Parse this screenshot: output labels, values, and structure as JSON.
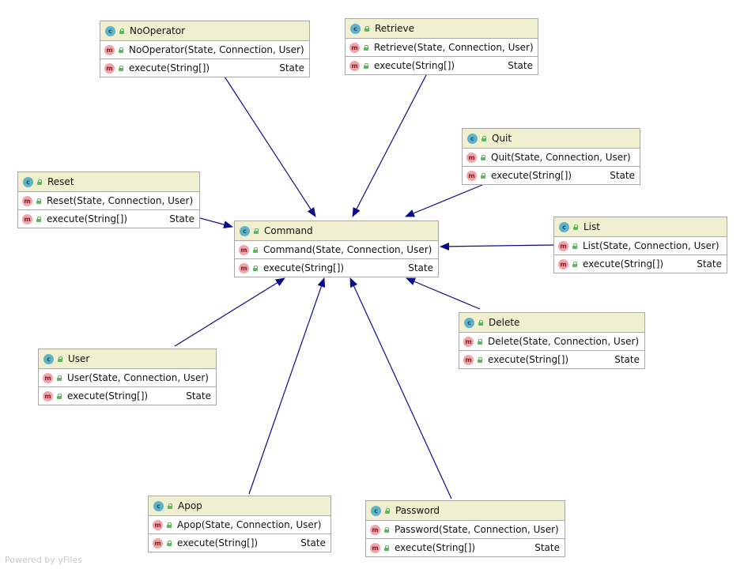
{
  "classes": {
    "command": {
      "name": "Command",
      "ctor": "Command(State, Connection, User)",
      "method": "execute(String[])",
      "ret": "State"
    },
    "nooperator": {
      "name": "NoOperator",
      "ctor": "NoOperator(State, Connection, User)",
      "method": "execute(String[])",
      "ret": "State"
    },
    "retrieve": {
      "name": "Retrieve",
      "ctor": "Retrieve(State, Connection, User)",
      "method": "execute(String[])",
      "ret": "State"
    },
    "quit": {
      "name": "Quit",
      "ctor": "Quit(State, Connection, User)",
      "method": "execute(String[])",
      "ret": "State"
    },
    "reset": {
      "name": "Reset",
      "ctor": "Reset(State, Connection, User)",
      "method": "execute(String[])",
      "ret": "State"
    },
    "list": {
      "name": "List",
      "ctor": "List(State, Connection, User)",
      "method": "execute(String[])",
      "ret": "State"
    },
    "delete": {
      "name": "Delete",
      "ctor": "Delete(State, Connection, User)",
      "method": "execute(String[])",
      "ret": "State"
    },
    "user": {
      "name": "User",
      "ctor": "User(State, Connection, User)",
      "method": "execute(String[])",
      "ret": "State"
    },
    "apop": {
      "name": "Apop",
      "ctor": "Apop(State, Connection, User)",
      "method": "execute(String[])",
      "ret": "State"
    },
    "password": {
      "name": "Password",
      "ctor": "Password(State, Connection, User)",
      "method": "execute(String[])",
      "ret": "State"
    }
  },
  "badges": {
    "class": "c",
    "method": "m"
  },
  "edges": [
    {
      "from": "nooperator",
      "to": "command",
      "type": "inheritance"
    },
    {
      "from": "retrieve",
      "to": "command",
      "type": "inheritance"
    },
    {
      "from": "quit",
      "to": "command",
      "type": "inheritance"
    },
    {
      "from": "reset",
      "to": "command",
      "type": "inheritance"
    },
    {
      "from": "list",
      "to": "command",
      "type": "inheritance"
    },
    {
      "from": "delete",
      "to": "command",
      "type": "inheritance"
    },
    {
      "from": "user",
      "to": "command",
      "type": "inheritance"
    },
    {
      "from": "apop",
      "to": "command",
      "type": "inheritance"
    },
    {
      "from": "password",
      "to": "command",
      "type": "inheritance"
    }
  ],
  "colors": {
    "edge": "#0a0a8c",
    "header": "#f0efcf",
    "border": "#a8a8a8"
  },
  "watermark": "Powered by yFiles"
}
